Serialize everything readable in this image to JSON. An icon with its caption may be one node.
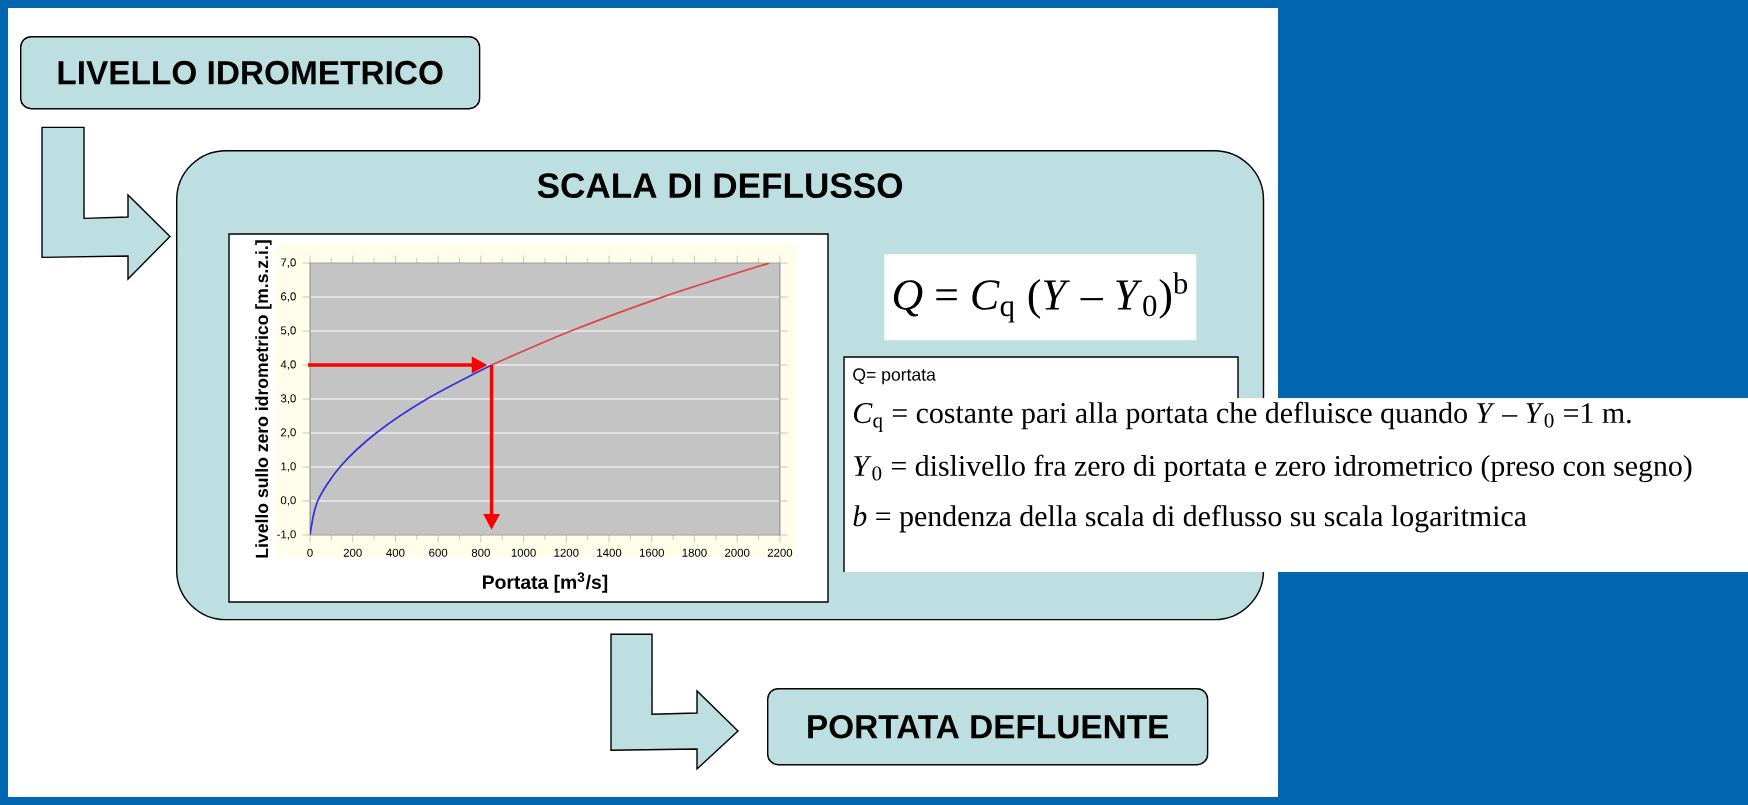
{
  "diagram": {
    "nodes": [
      {
        "text": [
          "LIVELLO IDROMETRICO"
        ]
      },
      {
        "text": [
          "SCALA DI DEFLUSSO"
        ]
      },
      {
        "text": [
          "*Q* = *C*$_{q}$ (*Y* – *Y*$_{0}$)$^{b}$"
        ],
        "in": 1
      },
      {
        "text": [
          "Q= portata",
          "*C*$_{q}$ = costante pari alla portata che defluisce quando *Y* – *Y*$_{0}$ =1 m.",
          "*Y*$_{0}$ = dislivello fra zero di portata e zero idrometrico (preso con segno)",
          "*b* = pendenza della scala di deflusso su scala logaritmica"
        ]
      },
      {
        "text": [
          "PORTATA DEFLUENTE"
        ]
      }
    ],
    "edges": [
      {
        "from": 0,
        "to": 1,
        "arrow": "to"
      },
      {
        "from": 1,
        "to": 4,
        "arrow": "to"
      }
    ],
    "chart_data": {
      "type": "line",
      "xlabel": "Portata [m$^{3}$/s]",
      "ylabel": "Livello sullo zero idrometrico [m.s.z.i.]",
      "x": [
        0,
        36,
        140,
        310,
        547,
        850,
        1221,
        1650,
        2150
      ],
      "series": [
        {
          "color": "#3333dd",
          "values": [
            -1,
            0,
            1,
            2,
            3,
            4,
            null,
            null,
            null
          ]
        },
        {
          "color": "#dd4444",
          "values": [
            null,
            null,
            null,
            null,
            null,
            4,
            5,
            6,
            7
          ]
        }
      ],
      "xlim": [
        0,
        2200
      ],
      "ylim": [
        -1,
        7
      ],
      "xticks": [
        0,
        200,
        400,
        600,
        800,
        1000,
        1200,
        1400,
        1600,
        1800,
        2000,
        2200
      ],
      "yticks": [
        {
          "value": -1,
          "label": "-1,0"
        },
        {
          "value": 0,
          "label": "0,0"
        },
        {
          "value": 1,
          "label": "1,0"
        },
        {
          "value": 2,
          "label": "2,0"
        },
        {
          "value": 3,
          "label": "3,0"
        },
        {
          "value": 4,
          "label": "4,0"
        },
        {
          "value": 5,
          "label": "5,0"
        },
        {
          "value": 6,
          "label": "6,0"
        },
        {
          "value": 7,
          "label": "7,0"
        }
      ],
      "grid": true
    }
  }
}
